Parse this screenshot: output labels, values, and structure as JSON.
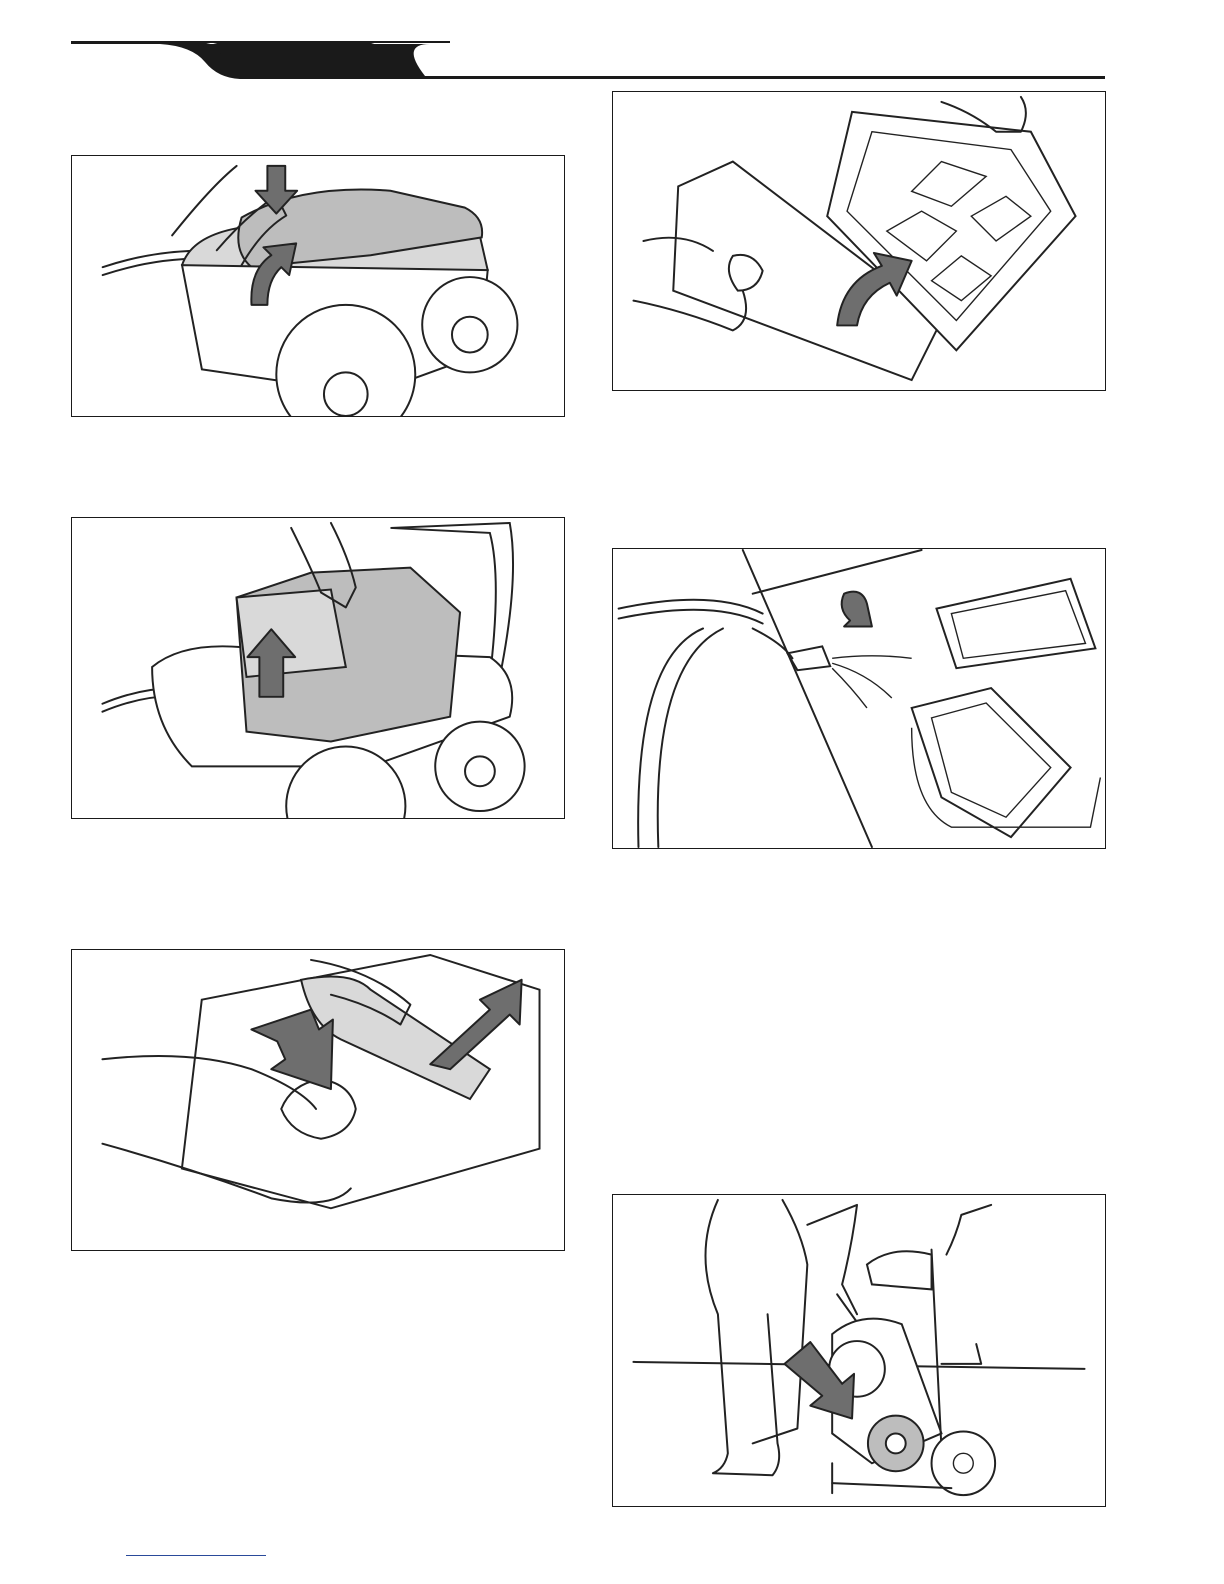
{
  "page": {
    "header": {
      "tab_color": "#1a1a1a",
      "rule_color": "#1a1a1a"
    },
    "figures": [
      {
        "id": "fig1",
        "depicts": "open-cover",
        "icons": [
          "robot",
          "hand",
          "press-arrow",
          "lift-arrow"
        ]
      },
      {
        "id": "fig2",
        "depicts": "remove-filter-canister",
        "icons": [
          "robot",
          "hand",
          "lift-arrow"
        ]
      },
      {
        "id": "fig3",
        "depicts": "release-filter-latch",
        "icons": [
          "hand",
          "press-arrow",
          "pull-arrow"
        ]
      },
      {
        "id": "fig4",
        "depicts": "open-filter-basket",
        "icons": [
          "hand",
          "rotate-arrow",
          "filter-basket"
        ]
      },
      {
        "id": "fig5",
        "depicts": "rinse-filter-with-hose",
        "icons": [
          "hose",
          "water-drop",
          "filter-basket"
        ]
      },
      {
        "id": "fig6",
        "depicts": "store-robot-on-caddy",
        "icons": [
          "person",
          "robot",
          "caddy",
          "down-arrow"
        ]
      }
    ],
    "footer": {
      "link_color": "#2a4a9a"
    }
  }
}
